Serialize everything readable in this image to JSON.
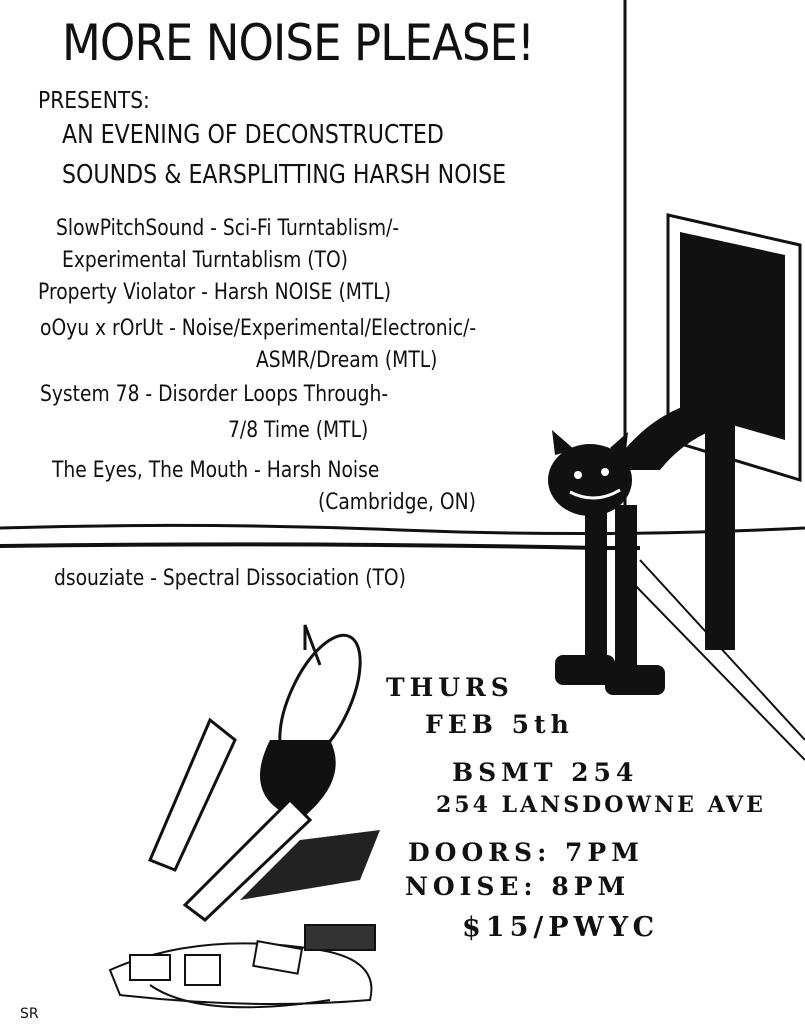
{
  "poster": {
    "title": "MORE NOISE PLEASE!",
    "presents": "PRESENTS:",
    "subtitle_line1": "AN EVENING OF DECONSTRUCTED",
    "subtitle_line2": "SOUNDS & EARSPLITTING HARSH NOISE",
    "acts": [
      {
        "line1": "SlowPitchSound - Sci-Fi Turntablism/-",
        "line2": "Experimental Turntablism (TO)"
      },
      {
        "line1": "Property Violator - Harsh NOISE (MTL)"
      },
      {
        "line1": "oOyu x rOrUt - Noise/Experimental/Electronic/-",
        "line2": "ASMR/Dream (MTL)"
      },
      {
        "line1": "System 78 - Disorder Loops Through-",
        "line2": "7/8 Time (MTL)"
      },
      {
        "line1": "The Eyes, The Mouth - Harsh Noise",
        "line2": "(Cambridge, ON)"
      },
      {
        "line1": "dsouziate - Spectral Dissociation (TO)"
      }
    ],
    "day": "THURS",
    "date": "FEB 5th",
    "venue": "BSMT 254",
    "address": "254 LANSDOWNE AVE",
    "doors": "DOORS: 7PM",
    "noise": "NOISE: 8PM",
    "price": "$15/PWYC"
  }
}
